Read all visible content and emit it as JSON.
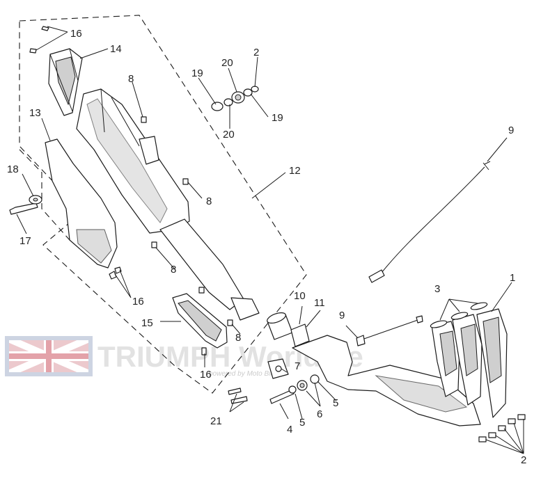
{
  "diagram": {
    "callouts": {
      "c1": "1",
      "c2a": "2",
      "c2b": "2",
      "c3": "3",
      "c4": "4",
      "c5a": "5",
      "c5b": "5",
      "c6": "6",
      "c7": "7",
      "c8a": "8",
      "c8b": "8",
      "c8c": "8",
      "c8d": "8",
      "c9a": "9",
      "c9b": "9",
      "c10": "10",
      "c11": "11",
      "c12": "12",
      "c13": "13",
      "c14": "14",
      "c15": "15",
      "c16a": "16",
      "c16b": "16",
      "c16c": "16",
      "c17": "17",
      "c18": "18",
      "c19a": "19",
      "c19b": "19",
      "c20a": "20",
      "c20b": "20",
      "c21": "21"
    },
    "watermark": {
      "brand": "TRIUMPH World.de",
      "tagline": "powered by Moto Bike"
    }
  }
}
